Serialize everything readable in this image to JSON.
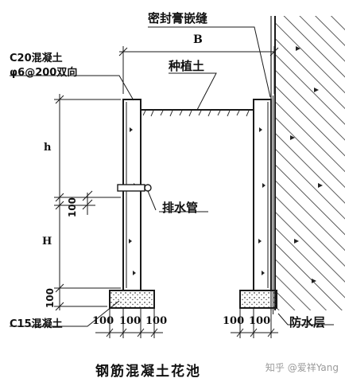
{
  "title": "钢筋混凝土花池",
  "watermark": "知乎 @爱祥Yang",
  "labels": {
    "sealant": "密封膏嵌缝",
    "width_B": "B",
    "concrete_c20": "C20混凝土",
    "rebar": "φ6@200双向",
    "soil": "种植土",
    "dim_h": "h",
    "dim_100_pipe": "100",
    "drain_pipe": "排水管",
    "dim_H": "H",
    "dim_100_base": "100",
    "concrete_c15": "C15混凝土",
    "bottom_dims_left": [
      "100",
      "100",
      "100"
    ],
    "bottom_dims_right": [
      "100",
      "100"
    ],
    "waterproof": "防水层"
  },
  "colors": {
    "line": "#1a1a1a",
    "hatch": "#333333",
    "background": "#ffffff",
    "watermark": "#9a9a9a"
  }
}
